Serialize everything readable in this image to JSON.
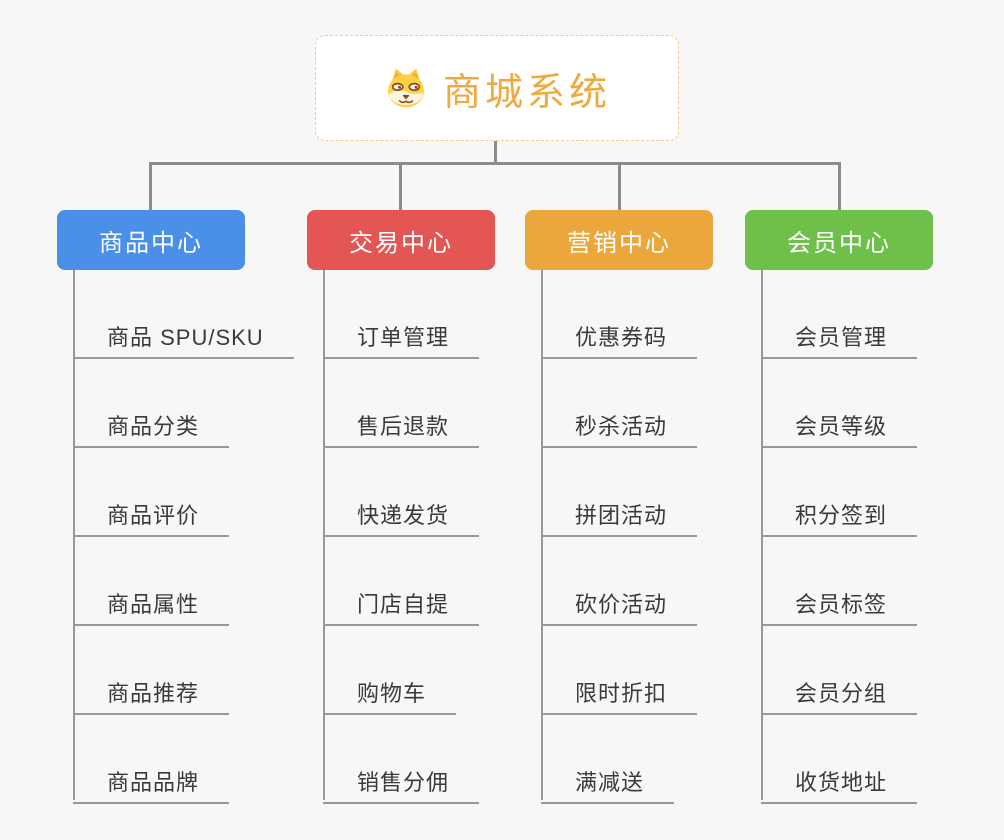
{
  "colors": {
    "page-bg": "#f7f7f7",
    "connector": "#8c8c8c",
    "subline": "#999999",
    "leaf-text": "#3a3a3a",
    "root-bg": "#ffffff",
    "root-border": "#f3c987",
    "root-title": "#f0a93f"
  },
  "root": {
    "title": "商城系统",
    "icon": "dog-face"
  },
  "branches": [
    {
      "label": "商品中心",
      "color": "#4a8fe8",
      "items": [
        "商品 SPU/SKU",
        "商品分类",
        "商品评价",
        "商品属性",
        "商品推荐",
        "商品品牌"
      ]
    },
    {
      "label": "交易中心",
      "color": "#e45653",
      "items": [
        "订单管理",
        "售后退款",
        "快递发货",
        "门店自提",
        "购物车",
        "销售分佣"
      ]
    },
    {
      "label": "营销中心",
      "color": "#eba63c",
      "items": [
        "优惠券码",
        "秒杀活动",
        "拼团活动",
        "砍价活动",
        "限时折扣",
        "满减送"
      ]
    },
    {
      "label": "会员中心",
      "color": "#6ec04a",
      "items": [
        "会员管理",
        "会员等级",
        "积分签到",
        "会员标签",
        "会员分组",
        "收货地址"
      ]
    }
  ]
}
